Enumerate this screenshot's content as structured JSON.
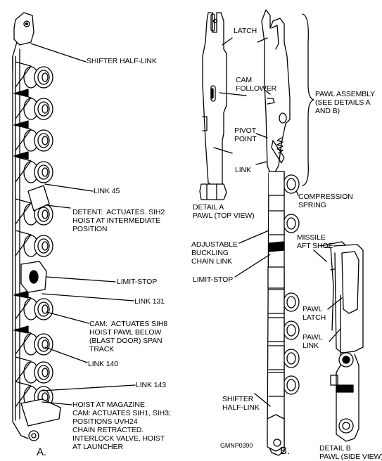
{
  "figure": {
    "code": "GMNP0390",
    "panel_a": "A.",
    "panel_b": "B."
  },
  "labels_a": {
    "shifter_half_link": "SHIFTER HALF-LINK",
    "link_45": "LINK 45",
    "detent": "DETENT:  ACTUATES. SIH2\nHOIST AT INTERMEDIATE\nPOSITION",
    "limit_stop": "LIMIT-STOP",
    "link_131": "LINK 131",
    "cam_sih8": "CAM:  ACTUATES SIH8\nHOIST PAWL BELOW\n(BLAST DOOR) SPAN\nTRACK",
    "link_140": "LINK 140",
    "link_143": "LINK 143",
    "hoist_magazine": "HOIST AT MAGAZINE\nCAM: ACTUATES SIH1, SIH3;\nPOSITIONS UVH24\nCHAIN RETRACTED.\nINTERLOCK VALVE, HOIST\nAT LAUNCHER"
  },
  "labels_b": {
    "latch": "LATCH",
    "cam_follower": "CAM\nFOLLOWER",
    "pivot_point": "PIVOT\nPOINT",
    "link": "LINK",
    "pawl_assembly": "PAWL ASSEMBLY\n(SEE DETAILS A\nAND B)",
    "compression_spring": "COMPRESSION\nSPRING",
    "detail_a": "DETAIL A\nPAWL (TOP VIEW)",
    "adjustable_link": "ADJUSTABLE\nBUCKLING\nCHAIN LINK",
    "missile_aft_shoe": "MISSILE\nAFT SHOE",
    "limit_stop": "LIMIT-STOP",
    "pawl_latch": "PAWL\nLATCH",
    "pawl_link": "PAWL\nLINK",
    "shifter_half_link": "SHIFTER\nHALF-LINK",
    "detail_b": "DETAIL B\nPAWL (SIDE VIEW)"
  },
  "colors": {
    "ink": "#000000",
    "paper": "#ffffff",
    "shade": "#d9d9d9"
  }
}
